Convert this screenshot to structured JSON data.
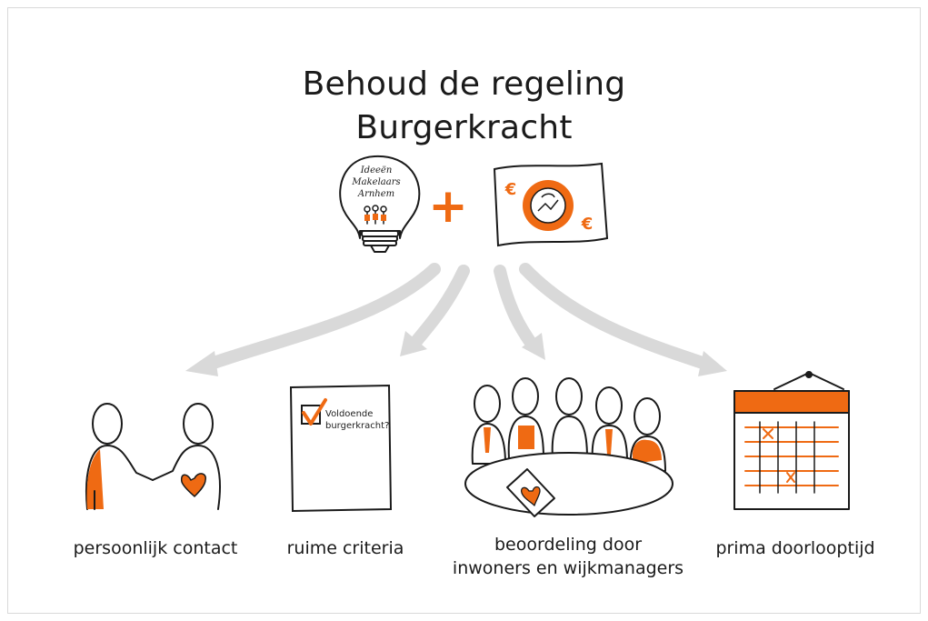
{
  "title": {
    "line1": "Behoud de regeling",
    "line2": "Burgerkracht"
  },
  "bulb_text": {
    "line1": "Ideeën",
    "line2": "Makelaars",
    "line3": "Arnhem"
  },
  "checklist_text": {
    "line1": "Voldoende",
    "line2": "burgerkracht?"
  },
  "captions": {
    "personal": "persoonlijk contact",
    "criteria": "ruime criteria",
    "assessment_line1": "beoordeling door",
    "assessment_line2": "inwoners en wijkmanagers",
    "duration": "prima doorlooptijd"
  },
  "symbols": {
    "plus": "+",
    "euro": "€"
  },
  "icons": [
    "lightbulb-icon",
    "banknote-icon",
    "handshake-icon",
    "checklist-icon",
    "meeting-table-icon",
    "calendar-icon"
  ],
  "colors": {
    "accent": "#ef6a13",
    "arrow": "#d9d9d9",
    "ink": "#1a1a1a"
  }
}
